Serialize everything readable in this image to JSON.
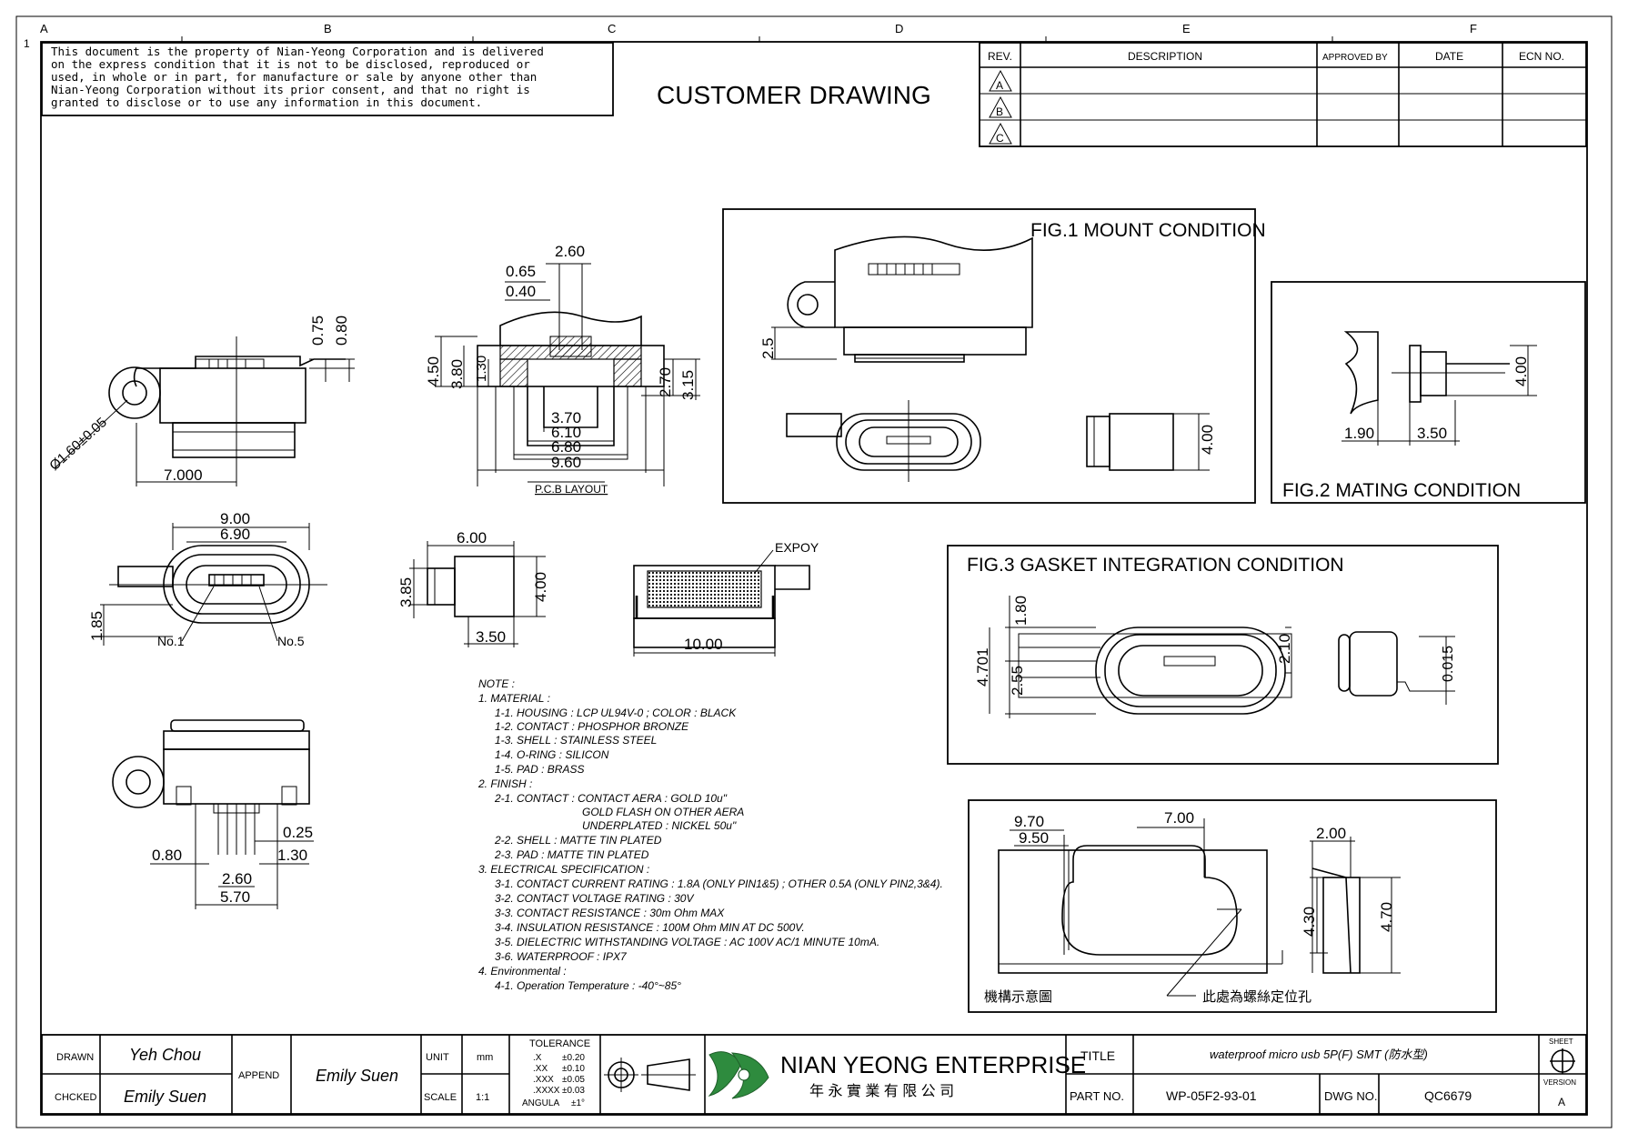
{
  "grid": {
    "columns": [
      "A",
      "B",
      "C",
      "D",
      "E",
      "F"
    ],
    "rows": [
      "1"
    ]
  },
  "property_notice": {
    "lines": [
      "This document is the property of Nian-Yeong Corporation and is delivered",
      "on   the   express condition that it is not to be disclosed, reproduced or",
      "used, in whole or in part, for manufacture or sale by anyone other than",
      "Nian-Yeong Corporation without  its prior consent, and that  no right  is",
      "granted to disclose or to use any information in this  document."
    ]
  },
  "header_title": "CUSTOMER  DRAWING",
  "revision_table": {
    "headers": [
      "REV.",
      "DESCRIPTION",
      "APPROVED BY",
      "DATE",
      "ECN NO."
    ],
    "rows": [
      "A",
      "B",
      "C"
    ]
  },
  "figures": {
    "fig1": "FIG.1  MOUNT  CONDITION",
    "fig2": "FIG.2  MATING  CONDITION",
    "fig3": "FIG.3  GASKET  INTEGRATION  CONDITION",
    "pcb": "P.C.B LAYOUT",
    "schematic_note": "機構示意圖",
    "screw_hole_note": "此處為螺絲定位孔",
    "epoxy": "EXPOY"
  },
  "dimensions": {
    "side": {
      "d075": "0.75",
      "d080": "0.80",
      "hole": "Ø1.60±0.05",
      "d7000": "7.000"
    },
    "pcb": {
      "d260": "2.60",
      "d065": "0.65",
      "d040": "0.40",
      "d450": "4.50",
      "d380": "3.80",
      "d130": "1.30",
      "d270": "2.70",
      "d315": "3.15",
      "d370": "3.70",
      "d610": "6.10",
      "d680": "6.80",
      "d960": "9.60"
    },
    "front": {
      "d900": "9.00",
      "d690": "6.90",
      "d185": "1.85",
      "pin1": "No.1",
      "pin5": "No.5"
    },
    "small_side": {
      "d600": "6.00",
      "d385": "3.85",
      "d400": "4.00",
      "d350": "3.50"
    },
    "epoxy_view": {
      "d1000": "10.00"
    },
    "bottom": {
      "d025": "0.25",
      "d080": "0.80",
      "d130": "1.30",
      "d260": "2.60",
      "d570": "5.70"
    },
    "fig1": {
      "d25": "2.5",
      "d400": "4.00"
    },
    "fig2": {
      "d400": "4.00",
      "d190": "1.90",
      "d350": "3.50"
    },
    "fig3": {
      "d180": "1.80",
      "d4701": "4.701",
      "d255": "2.55",
      "d210": "2.10",
      "d0015": "0.015"
    },
    "gasket": {
      "d970": "9.70",
      "d950": "9.50",
      "d700": "7.00",
      "d200": "2.00",
      "d430": "4.30",
      "d470": "4.70"
    }
  },
  "notes": [
    "NOTE :",
    "1. MATERIAL :",
    "1-1. HOUSING : LCP UL94V-0 ; COLOR : BLACK",
    "1-2. CONTACT : PHOSPHOR BRONZE",
    "1-3. SHELL : STAINLESS STEEL",
    "1-4. O-RING : SILICON",
    "1-5. PAD : BRASS",
    "2. FINISH :",
    "2-1. CONTACT : CONTACT AERA : GOLD 10u\"",
    "GOLD FLASH ON OTHER AERA",
    "UNDERPLATED : NICKEL 50u\"",
    "2-2. SHELL : MATTE TIN PLATED",
    "2-3. PAD : MATTE TIN PLATED",
    "3. ELECTRICAL SPECIFICATION :",
    "3-1. CONTACT CURRENT RATING : 1.8A (ONLY PIN1&5) ; OTHER 0.5A (ONLY PIN2,3&4).",
    "3-2. CONTACT VOLTAGE RATING : 30V",
    "3-3. CONTACT RESISTANCE : 30m Ohm MAX",
    "3-4. INSULATION RESISTANCE : 100M Ohm MIN AT DC 500V.",
    "3-5. DIELECTRIC WITHSTANDING VOLTAGE : AC 100V AC/1 MINUTE 10mA.",
    "3-6. WATERPROOF : IPX7",
    "4. Environmental :",
    "4-1. Operation Temperature : -40°~85°"
  ],
  "title_block": {
    "drawn_label": "DRAWN",
    "drawn_value": "Yeh Chou",
    "checked_label": "CHCKED",
    "checked_value": "Emily Suen",
    "append_label": "APPEND",
    "append_value": "Emily Suen",
    "unit_label": "UNIT",
    "unit_value": "mm",
    "scale_label": "SCALE",
    "scale_value": "1:1",
    "tolerance_label": "TOLERANCE",
    "tolerances": [
      {
        "k": ".X",
        "v": "±0.20"
      },
      {
        "k": ".XX",
        "v": "±0.10"
      },
      {
        "k": ".XXX",
        "v": "±0.05"
      },
      {
        "k": ".XXXX",
        "v": "±0.03"
      },
      {
        "k": "ANGULA",
        "v": "±1°"
      }
    ],
    "company": "NIAN YEONG ENTERPRISE",
    "company_cn": "年 永 實 業 有 限 公 司",
    "title_label": "TITLE",
    "title_value": "waterproof micro usb 5P(F) SMT (防水型)",
    "part_label": "PART NO.",
    "part_value": "WP-05F2-93-01",
    "dwg_label": "DWG NO.",
    "dwg_value": "QC6679",
    "sheet_label": "SHEET",
    "version_label": "VERSION",
    "version_value": "A"
  },
  "colors": {
    "ink": "#000000",
    "logo_green": "#2e8b3e",
    "background": "#ffffff"
  }
}
